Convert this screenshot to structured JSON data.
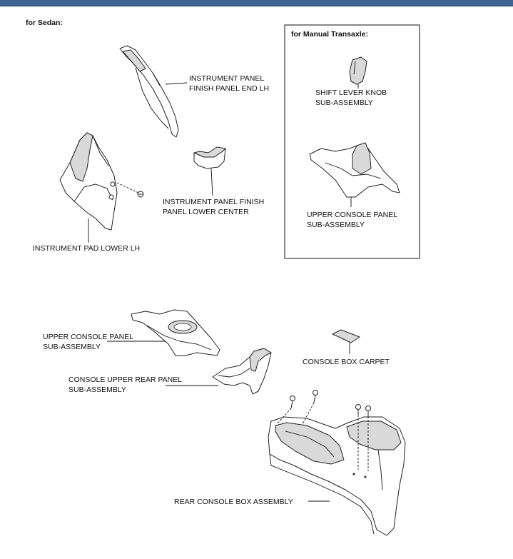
{
  "section_label": "for Sedan:",
  "box_label": "for Manual Transaxle:",
  "labels": {
    "finish_panel_end_lh": [
      "INSTRUMENT PANEL",
      "FINISH PANEL END LH"
    ],
    "finish_panel_lower_center": [
      "INSTRUMENT PANEL FINISH",
      "PANEL LOWER CENTER"
    ],
    "pad_lower_lh": [
      "INSTRUMENT PAD LOWER LH"
    ],
    "shift_lever_knob": [
      "SHIFT LEVER KNOB",
      "SUB-ASSEMBLY"
    ],
    "upper_console_panel_box": [
      "UPPER CONSOLE PANEL",
      "SUB-ASSEMBLY"
    ],
    "upper_console_panel": [
      "UPPER CONSOLE PANEL",
      "SUB-ASSEMBLY"
    ],
    "console_upper_rear_panel": [
      "CONSOLE UPPER REAR PANEL",
      "SUB-ASSEMBLY"
    ],
    "console_box_carpet": [
      "CONSOLE BOX CARPET"
    ],
    "rear_console_box": [
      "REAR CONSOLE BOX ASSEMBLY"
    ]
  },
  "colors": {
    "header_bar": "#3f6590",
    "line": "#222222",
    "shade": "#d9d9d9"
  }
}
